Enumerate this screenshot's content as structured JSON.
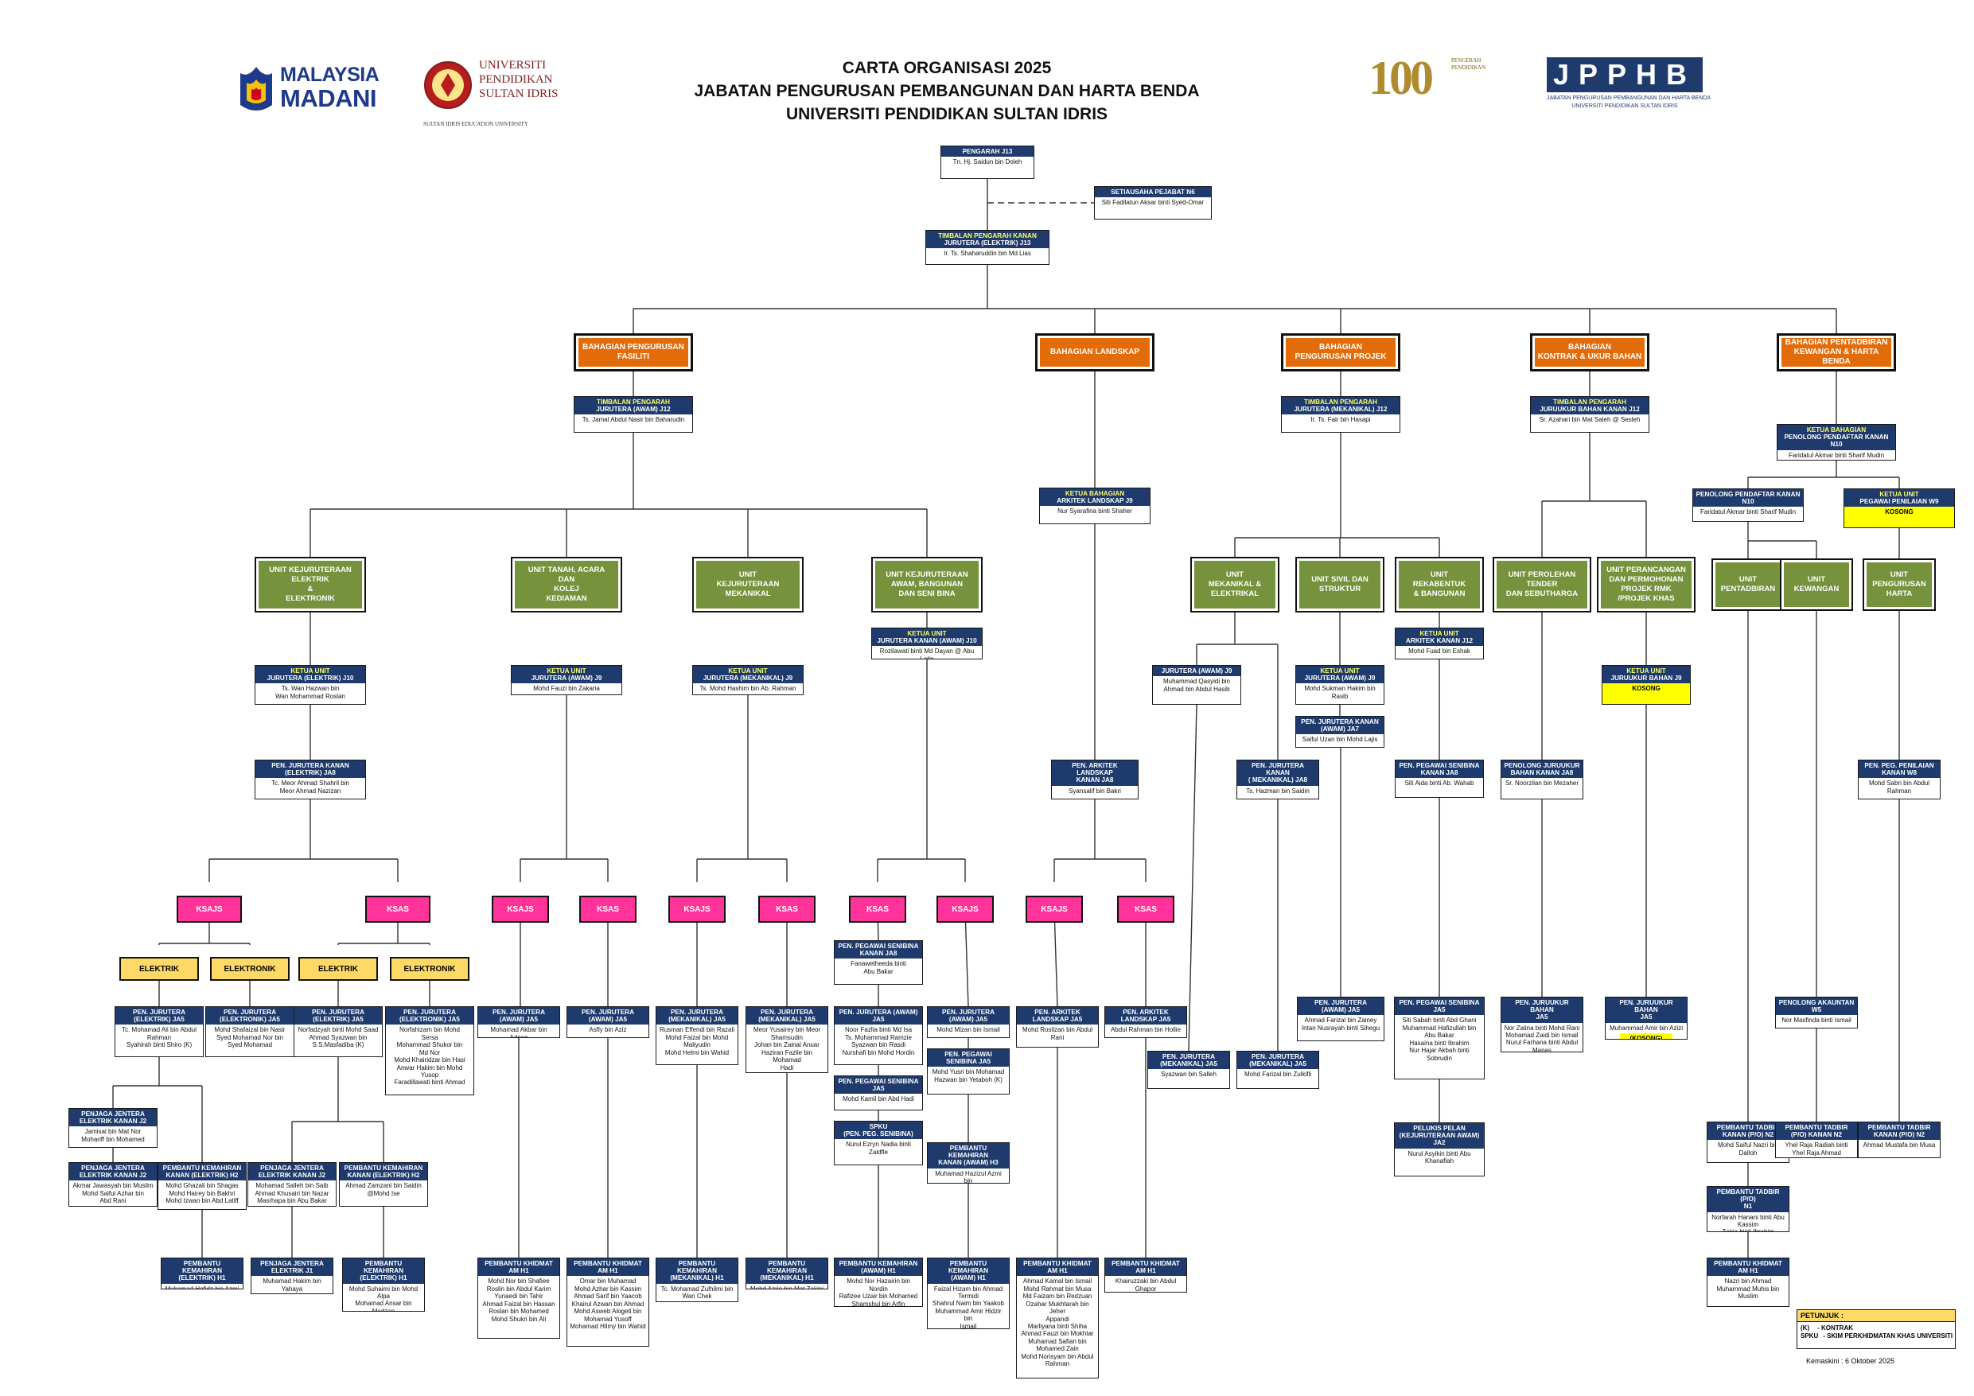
{
  "header": {
    "title1": "CARTA ORGANISASI 2025",
    "title2": "JABATAN PENGURUSAN PEMBANGUNAN DAN HARTA BENDA",
    "title3": "UNIVERSITI PENDIDIKAN SULTAN IDRIS"
  },
  "logos": {
    "madani1": "MALAYSIA",
    "madani2": "MADANI",
    "upsi1": "UNIVERSITI",
    "upsi2": "PENDIDIKAN",
    "upsi3": "SULTAN IDRIS",
    "upsi4": "SULTAN IDRIS EDUCATION UNIVERSITY",
    "c100": "100",
    "c100b": "PENGERAH PENDIDIKAN",
    "jpphb": "JPPHB",
    "jpphb_sub1": "JABATAN PENGURUSAN PEMBANGUNAN DAN HARTA BENDA",
    "jpphb_sub2": "UNIVERSITI PENDIDIKAN SULTAN IDRIS"
  },
  "colors": {
    "navy": "#1f3b6d",
    "orange": "#e36c0a",
    "green": "#76923c",
    "pink": "#ff3399",
    "gold": "#ffd966",
    "yellow": "#ffff00"
  },
  "nodes": {
    "n1": {
      "h": [
        "PENGARAH J13"
      ],
      "b": "Tn. Hj. Saidun bin Doleh"
    },
    "n2": {
      "h": [
        "SETIAUSAHA PEJABAT N6"
      ],
      "b": "Siti Fadilatun Aksar binti Syed-Omar"
    },
    "n3": {
      "h": [
        "TIMBALAN PENGARAH KANAN",
        "JURUTERA (ELEKTRIK) J13"
      ],
      "b": "Ir. Ts. Shaharuddin bin Md Lias"
    },
    "b1": "BAHAGIAN PENGURUSAN\nFASILITI",
    "b2": "BAHAGIAN LANDSKAP",
    "b3": "BAHAGIAN\nPENGURUSAN PROJEK",
    "b4": "BAHAGIAN\nKONTRAK & UKUR BAHAN",
    "b5": "BAHAGIAN PENTADBIRAN\nKEWANGAN & HARTA BENDA",
    "t1": {
      "h": [
        "TIMBALAN PENGARAH",
        "JURUTERA (AWAM) J12"
      ],
      "b": "Ts. Jamal Abdul Nasir bin Baharudin"
    },
    "t3": {
      "h": [
        "TIMBALAN PENGARAH",
        "JURUTERA (MEKANIKAL) J12"
      ],
      "b": "Ir. Ts. Fair bin Hasapi"
    },
    "t4": {
      "h": [
        "TIMBALAN PENGARAH",
        "JURUUKUR BAHAN KANAN J12"
      ],
      "b": "Sr. Azahari bin Mat Saleh @ Sesleh"
    },
    "t5": {
      "h": [
        "KETUA BAHAGIAN",
        "PENOLONG PENDAFTAR KANAN N10"
      ],
      "b": "Faridatul Akmar binti Sharif Mudin"
    },
    "kl": {
      "h": [
        "KETUA BAHAGIAN",
        "ARKITEK LANDSKAP J9"
      ],
      "b": "Nur Syarafina binti Shaher"
    },
    "u1": "UNIT KEJURUTERAAN\nELEKTRIK\n&\nELEKTRONIK",
    "u2": "UNIT TANAH, ACARA\nDAN\nKOLEJ\nKEDIAMAN",
    "u3": "UNIT\nKEJURUTERAAN\nMEKANIKAL",
    "u4": "UNIT KEJURUTERAAN\nAWAM, BANGUNAN\nDAN SENI BINA",
    "u5": "UNIT\nMEKANIKAL &\nELEKTRIKAL",
    "u6": "UNIT SIVIL DAN\nSTRUKTUR",
    "u7": "UNIT\nREKABENTUK\n& BANGUNAN",
    "u8": "UNIT PEROLEHAN\nTENDER\nDAN SEBUTHARGA",
    "u9": "UNIT PERANCANGAN\nDAN PERMOHONAN\nPROJEK RMK\n/PROJEK KHAS",
    "u10": "UNIT\nPENTADBIRAN",
    "u11": "UNIT\nKEWANGAN",
    "u12": "UNIT\nPENGURUSAN\nHARTA",
    "k5a": {
      "h": [
        "PENOLONG PENDAFTAR KANAN N10"
      ],
      "b": "Faridatul Akmar binti Sharif Mudin"
    },
    "k5b": {
      "h": [
        "KETUA UNIT",
        "PEGAWAI PENILAIAN W9"
      ],
      "b": "KOSONG"
    },
    "ku1": {
      "h": [
        "KETUA UNIT",
        "JURUTERA (ELEKTRIK) J10"
      ],
      "b": "Ts. Wan Hazwan bin\nWan Mohammad Roslan"
    },
    "ku2": {
      "h": [
        "KETUA UNIT",
        "JURUTERA (AWAM) J9"
      ],
      "b": "Mohd Fauzi bin Zakaria"
    },
    "ku3": {
      "h": [
        "KETUA UNIT",
        "JURUTERA (MEKANIKAL) J9"
      ],
      "b": "Ts. Mohd Hashim bin Ab. Rahman"
    },
    "ku4": {
      "h": [
        "KETUA UNIT",
        "JURUTERA KANAN (AWAM) J10"
      ],
      "b": "Rozilawati binti Md Dayan @ Abu Latip"
    },
    "ku5": {
      "h": [
        "JURUTERA (AWAM) J9"
      ],
      "b": "Muhammad Qasyidi bin\nAhmad bin Abdul Hasib"
    },
    "ku6": {
      "h": [
        "KETUA UNIT",
        "JURUTERA (AWAM) J9"
      ],
      "b": "Mohd Sukman Hakim bin Rasib"
    },
    "ku6b": {
      "h": [
        "PEN. JURUTERA KANAN",
        "(AWAM) JA7"
      ],
      "b": "Saiful Uzan bin Mohd Lajis"
    },
    "ku7": {
      "h": [
        "KETUA UNIT",
        "ARKITEK KANAN J12"
      ],
      "b": "Mohd Fuad bin Eshak"
    },
    "ku9": {
      "h": [
        "KETUA UNIT",
        "JURUUKUR BAHAN J9"
      ],
      "b": "KOSONG"
    },
    "e1": {
      "h": [
        "PEN. JURUTERA KANAN",
        "(ELEKTRIK) JA8"
      ],
      "b": "Tc. Meor Ahmad Shahril bin\nMeor Ahmad Nazizan"
    },
    "l1": {
      "h": [
        "PEN. ARKITEK LANDSKAP",
        "KANAN JA8"
      ],
      "b": "Syansalif bin Bakri"
    },
    "m1": {
      "h": [
        "PEN. JURUTERA KANAN",
        "( MEKANIKAL) JA8"
      ],
      "b": "Ts. Hazman bin Saidin"
    },
    "r1": {
      "h": [
        "PEN. PEGAWAI SENIBINA",
        "KANAN JA8"
      ],
      "b": "Siti Aida binti Ab. Wahab"
    },
    "p1": {
      "h": [
        "PENOLONG JURUUKUR",
        "BAHAN KANAN JA8"
      ],
      "b": "Sr. Noorzilan bin Mezaher"
    },
    "h1": {
      "h": [
        "PEN. PEG. PENILAIAN",
        "KANAN W8"
      ],
      "b": "Mohd Sabri bin Abdul\nRahman"
    },
    "ksajs": "KSAJS",
    "ksas": "KSAS",
    "elektrik": "ELEKTRIK",
    "elektronik": "ELEKTRONIK",
    "s1": {
      "h": [
        "PEN. PEGAWAI SENIBINA",
        "KANAN JA8"
      ],
      "b": "Fanawetheeda binti\nAbu Bakar"
    },
    "j1": {
      "h": [
        "PEN. JURUTERA",
        "(ELEKTRIK) JA5"
      ],
      "b": "Tc. Mohamad Ali bin Abdul\nRahman\nSyahirah binti Shiro (K)"
    },
    "j2": {
      "h": [
        "PEN. JURUTERA",
        "(ELEKTRONIK) JA5"
      ],
      "b": "Mohd Shafaizal bin Nasir\nSyed Mohamad Nor bin\nSyed Mohamad"
    },
    "j3": {
      "h": [
        "PEN. JURUTERA",
        "(ELEKTRIK) JA5"
      ],
      "b": "Norfadzyah binti Mohd Saad\nAhmad Syazwan bin\nS.S.Masfadiba (K)"
    },
    "j4": {
      "h": [
        "PEN. JURUTERA",
        "(ELEKTRONIK) JA5"
      ],
      "b": "Norfahizam bin Mohd\nSersa\nMohammad Shukor bin\nMd Nor\nMohd Khairidzar bin Hasi\nAnwar Hakim bin Mohd Yusop\nFaradillawati binti Ahmad"
    },
    "j5": {
      "h": [
        "PEN. JURUTERA",
        "(AWAM) JA5"
      ],
      "b": "Mohamad Akbar bin Adnan"
    },
    "j6": {
      "h": [
        "PEN. JURUTERA",
        "(AWAM) JA5"
      ],
      "b": "Asfly bin Aziz"
    },
    "j7": {
      "h": [
        "PEN. JURUTERA",
        "(MEKANIKAL) JA5"
      ],
      "b": "Rusman Effendi bin Razali\nMohd Faizal bin Mohd\nMaliyudin\nMohd Helmi bin Wahid"
    },
    "j8": {
      "h": [
        "PEN. JURUTERA",
        "(MEKANIKAL) JA5"
      ],
      "b": "Meor Yusairey bin Meor\nShamsudin\nJohan bin Zainal Anuar\nHaziran Fazlie bin Mohamad\nHadi"
    },
    "j9": {
      "h": [
        "PEN. JURUTERA (AWAM)",
        "JA5"
      ],
      "b": "Noor Fazlia binti Md Isa\nTs. Muhammad Ramzie\nSyazwan bin Rasdi\nNurshafi bin Mohd Hordin"
    },
    "j10": {
      "h": [
        "PEN. JURUTERA",
        "(AWAM) JA5"
      ],
      "b": "Mohd Mizan bin Ismail"
    },
    "j11": {
      "h": [
        "PEN. PEGAWAI SENIBINA",
        "JA5"
      ],
      "b": "Mohd Kamil bin Abd Hadi"
    },
    "j12": {
      "h": [
        "PEN. PEGAWAI",
        "SENIBINA JA5"
      ],
      "b": "Mohd Yusri bin Mohamad\nHazwan bin Yetaboh (K)"
    },
    "j13": {
      "h": [
        "SPKU",
        "(PEN. PEG. SENIBINA)"
      ],
      "b": "Nurul Ezryn Nadia binti\nZaldfle"
    },
    "j14": {
      "h": [
        "PEMBANTU KEMAHIRAN",
        "KANAN (AWAM) H3"
      ],
      "b": "Muhamad Hazizul Azmi bin\nMohd Hamidan"
    },
    "j15": {
      "h": [
        "PEN. ARKITEK",
        "LANDSKAP JA5"
      ],
      "b": "Mohd Rosilzan bin Abdul\nRani"
    },
    "j16": {
      "h": [
        "PEN. ARKITEK",
        "LANDSKAP JA5"
      ],
      "b": "Abdul Rahman bin Hollie"
    },
    "j17": {
      "h": [
        "PEN. JURUTERA",
        "(AWAM) JA5"
      ],
      "b": "Ahmad Farizal bin Zainey\nIntan Nusrayah binti Sihegu"
    },
    "j18": {
      "h": [
        "PEN. PEGAWAI SENIBINA",
        "JA5"
      ],
      "b": "Siti Sabah binti Abd Ghani\nMuhammad Hafizullah bin\nAbu Bakar\nHasaina binti Ibrahim\nNur Hajar Akbah binti\nSobrudin"
    },
    "j19": {
      "h": [
        "PEN. JURUUKUR BAHAN",
        "JA5"
      ],
      "b": "Nor Zalina binti Mohd Rani\nMohamad Zaidi bin Ismail\nNurul Farhana binti Abdul\nManas"
    },
    "j20": {
      "h": [
        "PEN. JURUUKUR BAHAN",
        "JA5"
      ],
      "b": "Muhammad Amir bin Azizi",
      "note": "(KOSONG)"
    },
    "j21": {
      "h": [
        "PENOLONG AKAUNTAN",
        "W5"
      ],
      "b": "Nor Masfinda binti Ismail"
    },
    "j22": {
      "h": [
        "PEN. JURUTERA",
        "(MEKANIKAL) JA5"
      ],
      "b": "Syazwan bin Salleh"
    },
    "j23": {
      "h": [
        "PEN. JURUTERA",
        "(MEKANIKAL) JA5"
      ],
      "b": "Mohd Farizal bin Zulkifli"
    },
    "j24": {
      "h": [
        "PELUKIS PELAN",
        "(KEJURUTERAAN AWAM)",
        "JA2"
      ],
      "b": "Nurul Asyikin binti Abu\nKhanafiah"
    },
    "q1": {
      "h": [
        "PENJAGA JENTERA",
        "ELEKTRIK KANAN J2"
      ],
      "b": "Jamisal bin Mat Nor\nMohariff bin Mohamed"
    },
    "q2": {
      "h": [
        "PENJAGA JENTERA",
        "ELEKTRIK KANAN J2"
      ],
      "b": "Akmar Jawasyah bin Muslim\nMohd Saiful Azhar bin\nAbd Rani"
    },
    "q3": {
      "h": [
        "PEMBANTU KEMAHIRAN",
        "KANAN (ELEKTRIK) H2"
      ],
      "b": "Mohd Ghazali bin Shagas\nMohd Hairey bin Bakhri\nMohd Izwan bin Abd Latiff"
    },
    "q4": {
      "h": [
        "PENJAGA JENTERA",
        "ELEKTRIK KANAN J2"
      ],
      "b": "Mohamad Salleh bin Saib\nAhmad Khusairi bin Nazar\nMasrhapa bin Abu Bakar"
    },
    "q5": {
      "h": [
        "PEMBANTU KEMAHIRAN",
        "KANAN (ELEKTRIK) H2"
      ],
      "b": "Ahmad Zamzani bin Saidin\n@Mohd Ise"
    },
    "q6": {
      "h": [
        "PEMBANTU KEMAHIRAN",
        "(ELEKTRIK) H1"
      ],
      "b": "Muhamad Hafidz bin Azmi"
    },
    "q7": {
      "h": [
        "PENJAGA JENTERA",
        "ELEKTRIK J1"
      ],
      "b": "Muhamad Hakim bin\nYahaya"
    },
    "q8": {
      "h": [
        "PEMBANTU KEMAHIRAN",
        "(ELEKTRIK) H1"
      ],
      "b": "Mohd Suhaimi bin Mohd\nAlpa\nMohamad Ansar bin Madzan"
    },
    "w1": {
      "h": [
        "PEMBANTU KHIDMAT",
        "AM H1"
      ],
      "b": "Mohd Nor bin Shafiee\nRoslin bin Abdul Karim\nYunaedi bin Tahir\nAhmad Faizal bin Hassan\nRoslan bin Mohamed\nMohd Shukri bin Ali"
    },
    "w2": {
      "h": [
        "PEMBANTU KHIDMAT",
        "AM H1"
      ],
      "b": "Omar bin Muhamad\nMohd Azhar bin Kassim\nAhmad Sarif bin Yaacob\nKhairul Azwan bin Ahmad\nMohd Asweb Alogeti bin\nMohamad Yusoff\nMohamad Hilmy bin Wahid"
    },
    "w3": {
      "h": [
        "PEMBANTU KEMAHIRAN",
        "(MEKANIKAL) H1"
      ],
      "b": "Tc. Mohamad Zulhilmi bin\nWan Chek"
    },
    "w4": {
      "h": [
        "PEMBANTU KEMAHIRAN",
        "(MEKANIKAL) H1"
      ],
      "b": "Mohd Azrin bin Mat Zakipi"
    },
    "w5": {
      "h": [
        "PEMBANTU KEMAHIRAN",
        "(AWAM) H1"
      ],
      "b": "Mohd Nor Hazairin bin Nordin\nRafizee Uzair bin Mohamed\nShamshul bin Arfin"
    },
    "w6": {
      "h": [
        "PEMBANTU KEMAHIRAN",
        "(AWAM) H1"
      ],
      "b": "Faizal Hizam bin Ahmad\nTermidi\nShahrul Naim bin Yaakob\nMuhammad Amir Hidzir bin\nIsmail"
    },
    "w7": {
      "h": [
        "PEMBANTU KHIDMAT",
        "AM H1"
      ],
      "b": "Ahmad Kamal bin Ismail\nMohd Rahmat bin Musa\nMd Faizam bin Redzuan\nOzahar Mukhtarah bin Jeher\nAppandi\nMarliyana binti Shiha\nAhmad Fauzi bin Mokhtar\nMuhamad Safian bin\nMohamed Zain\nMohd Norisyam bin Abdul\nRahman"
    },
    "w8": {
      "h": [
        "PEMBANTU KHIDMAT",
        "AM H1"
      ],
      "b": "Khairuzzaki bin Abdul Ghapor"
    },
    "a1": {
      "h": [
        "PEMBANTU TADBIR",
        "KANAN (P/O) N2"
      ],
      "b": "Mohd Saiful Nazri bin\nDalloh"
    },
    "a2": {
      "h": [
        "PEMBANTU TADBIR (P/O)",
        "N1"
      ],
      "b": "Norfarah Hanani binti Abu\nKassim\nZairia binti Ibrahim"
    },
    "a3": {
      "h": [
        "PEMBANTU KHIDMAT",
        "AM H1"
      ],
      "b": "Nazri bin Ahmad\nMuhammad Muhis bin\nMuslim"
    },
    "a4": {
      "h": [
        "PEMBANTU TADBIR",
        "(P/O) KANAN N2"
      ],
      "b": "Yhel Raja Radiah binti\nYhel Raja Ahmad"
    },
    "a5": {
      "h": [
        "PEMBANTU TADBIR",
        "KANAN (P/O) N2"
      ],
      "b": "Ahmad Mustafa bin Musa"
    }
  },
  "legend": {
    "title": "PETUNJUK :",
    "k": "(K)",
    "k_text": "- KONTRAK",
    "spku": "SPKU",
    "spku_text": "- SKIM PERKHIDMATAN KHAS UNIVERSITI",
    "updated": "Kemaskini : 6 Oktober 2025"
  }
}
